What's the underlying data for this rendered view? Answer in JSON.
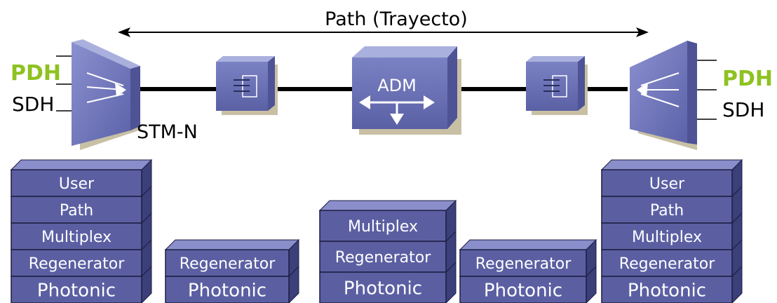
{
  "path_label": "Path (Trayecto)",
  "left_terminal": {
    "pdh_label": "PDH",
    "sdh_label": "SDH"
  },
  "right_terminal": {
    "pdh_label": "PDH",
    "sdh_label": "SDH"
  },
  "link_label": "STM-N",
  "adm_label": "ADM",
  "stacks": [
    {
      "layers": [
        "User",
        "Path",
        "Multiplex",
        "Regenerator",
        "Photonic"
      ]
    },
    {
      "layers": [
        "Regenerator",
        "Photonic"
      ]
    },
    {
      "layers": [
        "Multiplex",
        "Regenerator",
        "Photonic"
      ]
    },
    {
      "layers": [
        "Regenerator",
        "Photonic"
      ]
    },
    {
      "layers": [
        "User",
        "Path",
        "Multiplex",
        "Regenerator",
        "Photonic"
      ]
    }
  ],
  "colors": {
    "pdh": "#8ec220",
    "box_front": "#5b5fa2",
    "box_top": "#8a8ecb",
    "box_side": "#3b3f7a",
    "device_front": "#6d74b8",
    "device_side": "#4e5396",
    "device_top": "#aab0dd",
    "device_shadow": "#c8c0a4",
    "line": "#000000"
  }
}
